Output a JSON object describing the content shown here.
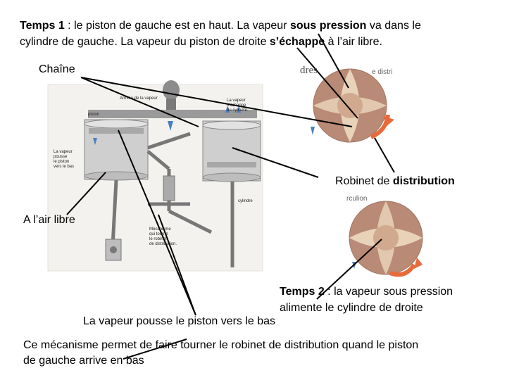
{
  "slide": {
    "top_text": {
      "line1_bold": "Temps 1",
      "line1_a": " : le piston de gauche est en haut. La vapeur ",
      "line1_bold2": "sous pression",
      "line1_b": " va dans le",
      "line2_a": "cylindre de gauche. La vapeur du piston de droite ",
      "line2_bold": "s’échappe",
      "line2_b": " à l’air libre."
    },
    "label_chain": "Chaîne",
    "label_valve_a": "Robinet de ",
    "label_valve_b": "distribution",
    "label_open_air": "A l’air libre",
    "temps2": {
      "bold": "Temps 2",
      "line1": " : la vapeur sous pression",
      "line2": "alimente le cylindre de droite"
    },
    "label_push": "La vapeur pousse le piston vers le bas",
    "bottom_text": {
      "line1": "Ce mécanisme permet de faire tourner le robinet de distribution quand le piston",
      "line2": "de gauche arrive en bas"
    }
  },
  "engine_figure": {
    "label_arrivee": "Arrivée de la vapeur",
    "label_piston": "piston",
    "label_vapeur_echappe_1": "La vapeur",
    "label_vapeur_echappe_2": "s’échappe",
    "label_vapeur_echappe_3": "du cylindre.",
    "label_pousse_1": "La vapeur",
    "label_pousse_2": "pousse",
    "label_pousse_3": "le piston",
    "label_pousse_4": "vers le bas",
    "label_cylindre": "cylindre",
    "label_meca_1": "Mécanisme",
    "label_meca_2": "qui tourne",
    "label_meca_3": "le robinet",
    "label_meca_4": "de distribution."
  },
  "valve_figures": {
    "top_label_dres": "dres",
    "top_label_distr": "e distri",
    "bottom_label_tion": "rculion"
  },
  "colors": {
    "valve_body": "#b98a75",
    "valve_core": "#e8d2b8",
    "steam_arrow": "#4a7fc4",
    "rotation_arrow": "#e86a3a",
    "cylinder": "#c8c8c8"
  }
}
